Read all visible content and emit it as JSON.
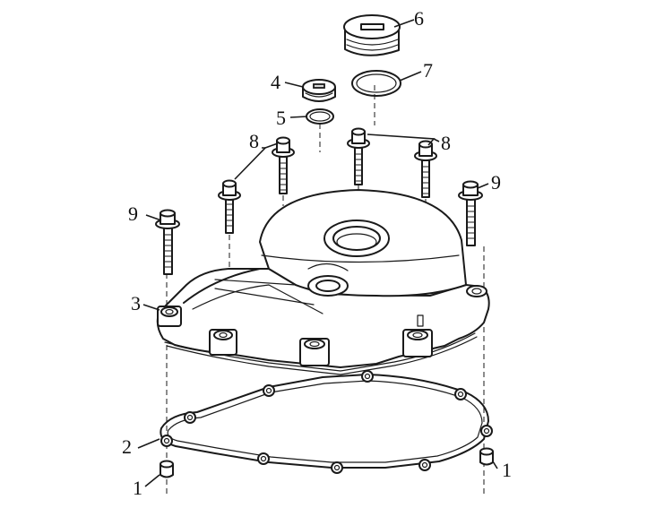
{
  "diagram": {
    "callouts": [
      {
        "key": "c1a",
        "label": "1"
      },
      {
        "key": "c1b",
        "label": "1"
      },
      {
        "key": "c2",
        "label": "2"
      },
      {
        "key": "c3",
        "label": "3"
      },
      {
        "key": "c4",
        "label": "4"
      },
      {
        "key": "c5",
        "label": "5"
      },
      {
        "key": "c6",
        "label": "6"
      },
      {
        "key": "c7",
        "label": "7"
      },
      {
        "key": "c8a",
        "label": "8"
      },
      {
        "key": "c8b",
        "label": "8"
      },
      {
        "key": "c9a",
        "label": "9"
      },
      {
        "key": "c9b",
        "label": "9"
      }
    ]
  }
}
